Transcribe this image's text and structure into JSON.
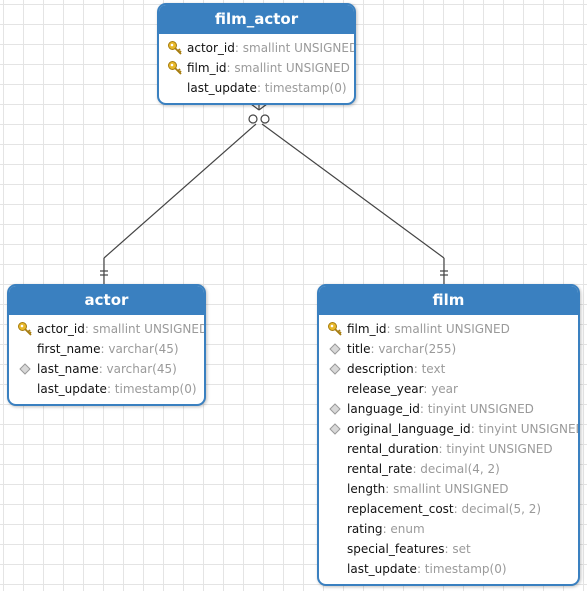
{
  "entities": {
    "film_actor": {
      "name": "film_actor",
      "columns": [
        {
          "name": "actor_id",
          "type": "smallint UNSIGNED",
          "icon": "key-icon"
        },
        {
          "name": "film_id",
          "type": "smallint UNSIGNED",
          "icon": "key-icon"
        },
        {
          "name": "last_update",
          "type": "timestamp(0)",
          "icon": ""
        }
      ]
    },
    "actor": {
      "name": "actor",
      "columns": [
        {
          "name": "actor_id",
          "type": "smallint UNSIGNED",
          "icon": "key-icon"
        },
        {
          "name": "first_name",
          "type": "varchar(45)",
          "icon": ""
        },
        {
          "name": "last_name",
          "type": "varchar(45)",
          "icon": "index-diamond-icon"
        },
        {
          "name": "last_update",
          "type": "timestamp(0)",
          "icon": ""
        }
      ]
    },
    "film": {
      "name": "film",
      "columns": [
        {
          "name": "film_id",
          "type": "smallint UNSIGNED",
          "icon": "key-icon"
        },
        {
          "name": "title",
          "type": "varchar(255)",
          "icon": "index-diamond-icon"
        },
        {
          "name": "description",
          "type": "text",
          "icon": "index-diamond-icon"
        },
        {
          "name": "release_year",
          "type": "year",
          "icon": ""
        },
        {
          "name": "language_id",
          "type": "tinyint UNSIGNED",
          "icon": "index-diamond-icon"
        },
        {
          "name": "original_language_id",
          "type": "tinyint UNSIGNED",
          "icon": "index-diamond-icon"
        },
        {
          "name": "rental_duration",
          "type": "tinyint UNSIGNED",
          "icon": ""
        },
        {
          "name": "rental_rate",
          "type": "decimal(4, 2)",
          "icon": ""
        },
        {
          "name": "length",
          "type": "smallint UNSIGNED",
          "icon": ""
        },
        {
          "name": "replacement_cost",
          "type": "decimal(5, 2)",
          "icon": ""
        },
        {
          "name": "rating",
          "type": "enum",
          "icon": ""
        },
        {
          "name": "special_features",
          "type": "set",
          "icon": ""
        },
        {
          "name": "last_update",
          "type": "timestamp(0)",
          "icon": ""
        }
      ]
    }
  },
  "relationships": [
    {
      "from": "film_actor",
      "to": "actor",
      "from_end": "zero-or-many",
      "to_end": "one-and-only-one"
    },
    {
      "from": "film_actor",
      "to": "film",
      "from_end": "zero-or-many",
      "to_end": "one-and-only-one"
    }
  ],
  "colors": {
    "header": "#3a80c0",
    "border": "#3a80c0",
    "line": "#444444",
    "type_text": "#9a9a9a",
    "key": "#e8b82a",
    "diamond": "#b5b5b5"
  }
}
